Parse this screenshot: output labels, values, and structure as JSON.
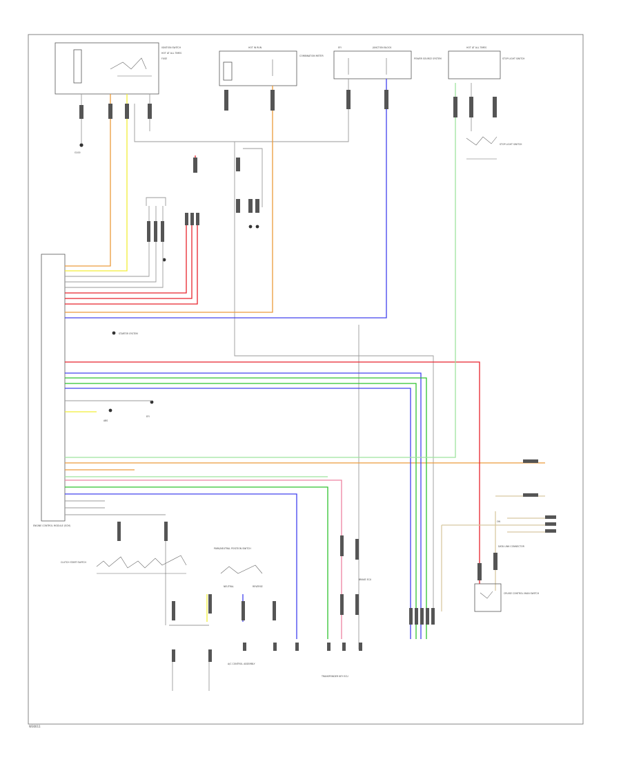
{
  "page": {
    "footer_code": "W30011"
  },
  "colors": {
    "red": "#e8222b",
    "blue": "#4040ee",
    "green": "#2ec22e",
    "light_green": "#9ee39e",
    "yellow": "#f2ee36",
    "orange": "#ec9a3a",
    "brown": "#b9875f",
    "tan": "#d8c8a0",
    "gray": "#9a9a9a",
    "pink": "#ee82a0"
  },
  "labels": {
    "ecm_box": "ENGINE CONTROL MODULE (ECM)",
    "cruise_main": "CRUISE CONTROL MAIN SWITCH",
    "combination_meter": "COMBINATION METER",
    "transponder": "TRANSPONDER KEY ECU",
    "stop_light": "STOP LIGHT SWITCH",
    "brake_ecu": "BRAKE ECU",
    "ac_control": "A/C CONTROL ASSEMBLY",
    "clutch_switch": "CLUTCH START SWITCH",
    "park_neutral": "PARK/NEUTRAL POSITION SWITCH",
    "data_link": "DATA LINK CONNECTOR",
    "ignition": "IGNITION SWITCH",
    "starter": "STARTER SYSTEM",
    "power_source": "POWER SOURCE SYSTEM",
    "hot_at_all": "HOT AT ALL TIMES",
    "hot_in_run": "HOT IN RUN",
    "jb": "JUNCTION BLOCK",
    "fuse": "FUSE",
    "ground": "G100",
    "abs": "ABS",
    "efi": "EFI",
    "neutral": "NEUTRAL",
    "reverse": "REVERSE",
    "on": "ON"
  }
}
